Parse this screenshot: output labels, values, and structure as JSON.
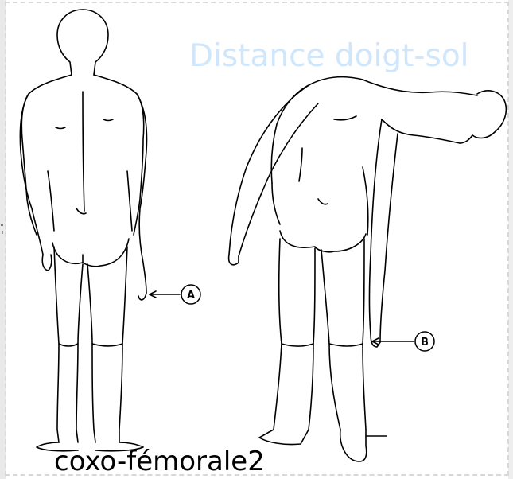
{
  "slide": {
    "title": "Distance doigt-sol",
    "caption": "coxo-fémorale2"
  },
  "figures": {
    "standing": {
      "marker": "A"
    },
    "bending": {
      "marker": "B"
    }
  },
  "colors": {
    "title": "#cfe6fb",
    "ink": "#000000",
    "border": "#d8d8d8"
  }
}
